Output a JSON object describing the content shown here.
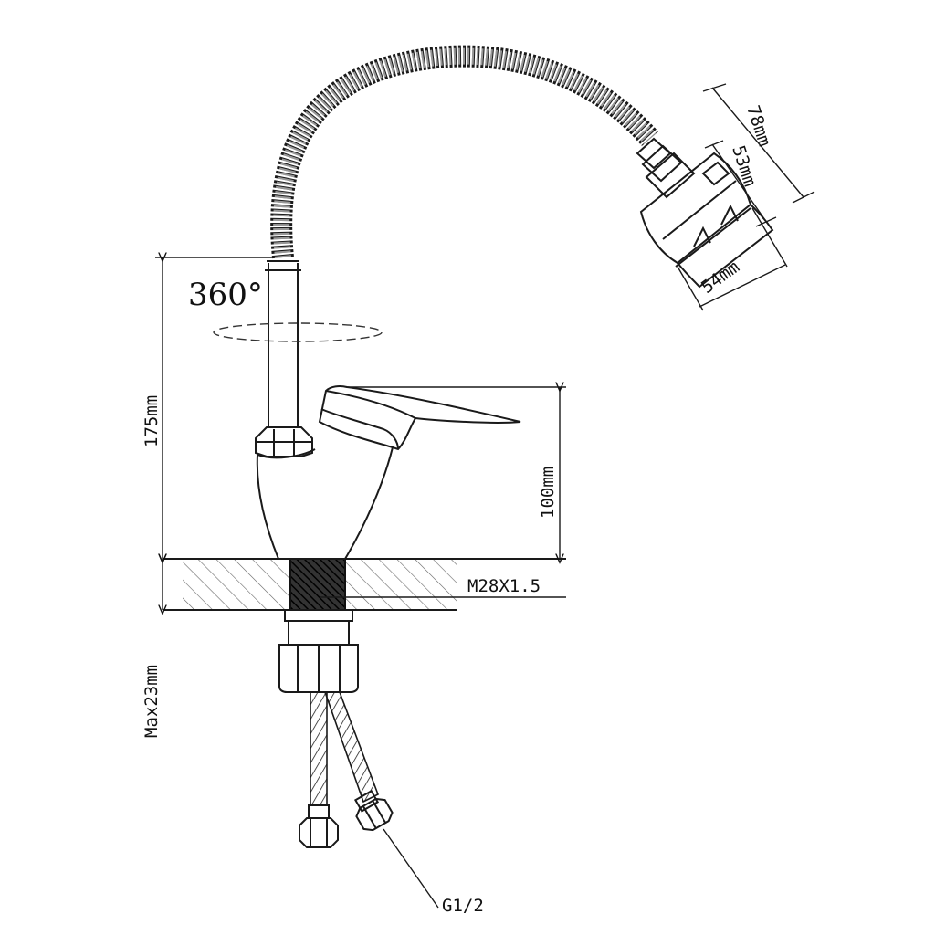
{
  "diagram": {
    "labels": {
      "rotation": "360°",
      "height_total": "175mm",
      "height_body": "100mm",
      "max_deck": "Max23mm",
      "thread": "M28X1.5",
      "connection": "G1/2",
      "head_length": "78mm",
      "head_inner": "53mm",
      "head_diameter": "54mm"
    },
    "colors": {
      "line": "#1a1a1a",
      "hatch": "#555555",
      "fill_dark": "#222222"
    }
  }
}
